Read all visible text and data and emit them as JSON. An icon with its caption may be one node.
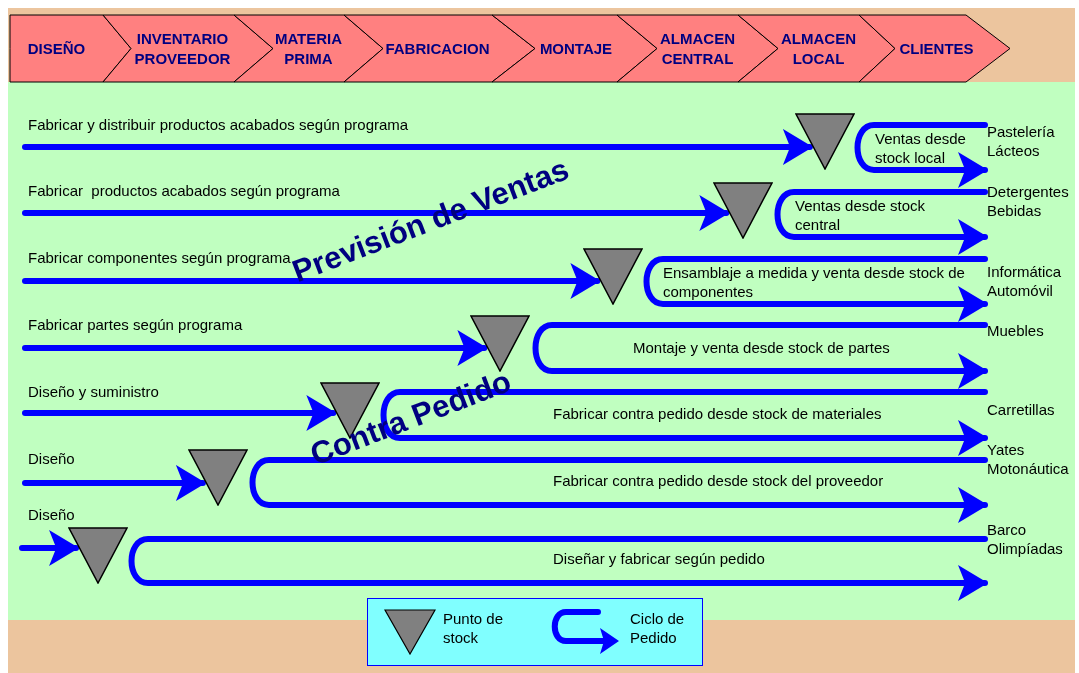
{
  "diagram": {
    "nodes": [
      {
        "text": [
          "DISEÑO"
        ]
      },
      {
        "text": [
          "INVENTARIO PROVEEDOR"
        ]
      },
      {
        "text": [
          "MATERIA PRIMA"
        ]
      },
      {
        "text": [
          "FABRICACION"
        ]
      },
      {
        "text": [
          "MONTAJE"
        ]
      },
      {
        "text": [
          "ALMACEN CENTRAL"
        ]
      },
      {
        "text": [
          "ALMACEN LOCAL"
        ]
      },
      {
        "text": [
          "CLIENTES"
        ]
      },
      {
        "text": [],
        "shape": "triangle"
      },
      {
        "text": [
          "Pastelería Lácteos"
        ]
      },
      {
        "text": [],
        "shape": "triangle"
      },
      {
        "text": [
          "Detergentes Bebidas"
        ]
      },
      {
        "text": [],
        "shape": "triangle"
      },
      {
        "text": [
          "Informática Automóvil"
        ]
      },
      {
        "text": [],
        "shape": "triangle"
      },
      {
        "text": [
          "Muebles"
        ]
      },
      {
        "text": [],
        "shape": "triangle"
      },
      {
        "text": [
          "Carretillas"
        ]
      },
      {
        "text": [],
        "shape": "triangle"
      },
      {
        "text": [
          "Yates Motonáutica"
        ]
      },
      {
        "text": [],
        "shape": "triangle"
      },
      {
        "text": [
          "Barco Olimpíadas"
        ]
      }
    ],
    "edges": [
      {
        "from": null,
        "to": 8,
        "arrow": "to",
        "label": "Fabricar y distribuir productos acabados según programa"
      },
      {
        "from": 9,
        "to": 9,
        "arrow": "to",
        "label": "Ventas desde stock local"
      },
      {
        "from": null,
        "to": 10,
        "arrow": "to",
        "label": "Fabricar  productos acabados según programa"
      },
      {
        "from": 11,
        "to": 11,
        "arrow": "to",
        "label": "Ventas desde stock central"
      },
      {
        "from": null,
        "to": 12,
        "arrow": "to",
        "label": "Fabricar componentes según programa"
      },
      {
        "from": 13,
        "to": 13,
        "arrow": "to",
        "label": "Ensamblaje a medida y venta desde stock de componentes"
      },
      {
        "from": null,
        "to": 14,
        "arrow": "to",
        "label": "Fabricar partes según programa"
      },
      {
        "from": 15,
        "to": 15,
        "arrow": "to",
        "label": "Montaje y venta desde stock de partes"
      },
      {
        "from": null,
        "to": 16,
        "arrow": "to",
        "label": "Diseño y suministro"
      },
      {
        "from": 17,
        "to": 17,
        "arrow": "to",
        "label": "Fabricar contra pedido desde stock de materiales"
      },
      {
        "from": null,
        "to": 18,
        "arrow": "to",
        "label": "Diseño"
      },
      {
        "from": 19,
        "to": 19,
        "arrow": "to",
        "label": "Fabricar contra pedido desde stock del proveedor"
      },
      {
        "from": null,
        "to": 20,
        "arrow": "to",
        "label": "Diseño"
      },
      {
        "from": 21,
        "to": 21,
        "arrow": "to",
        "label": "Diseñar y fabricar según pedido"
      }
    ],
    "labels": [
      "Previsión de Ventas",
      "Contra Pedido"
    ],
    "legend": [
      {
        "text": "Punto de stock"
      },
      {
        "text": "Ciclo de Pedido"
      }
    ]
  }
}
